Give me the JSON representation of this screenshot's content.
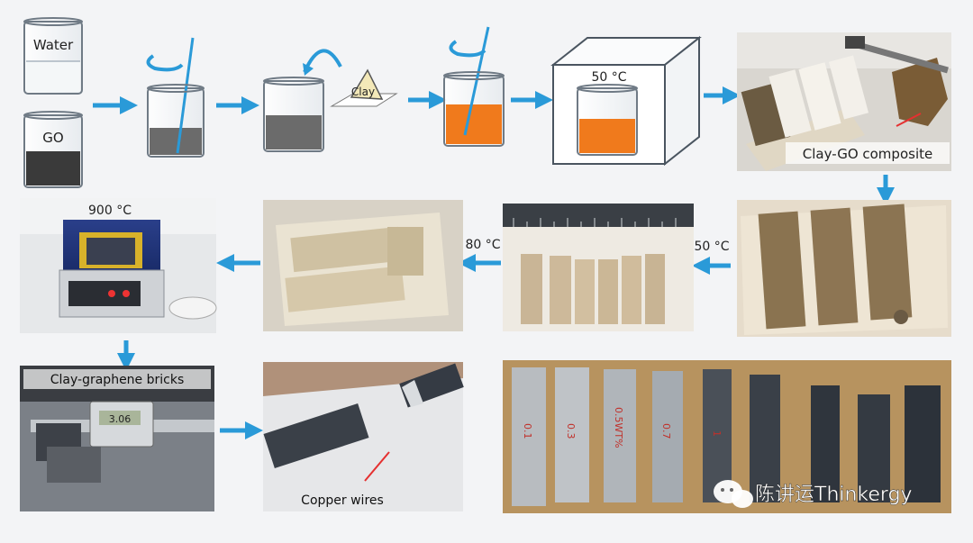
{
  "labels": {
    "water": "Water",
    "go": "GO",
    "clay": "Clay",
    "temp_mold": "50 °C",
    "clay_go_composite": "Clay-GO composite",
    "temp_900": "900 °C",
    "temp_80": "80 °C",
    "temp_50": "50 °C",
    "clay_graphene_bricks": "Clay-graphene bricks",
    "copper_wires": "Copper wires",
    "caliper_display": "3.06",
    "watermark": "陈讲运Thinkergy"
  },
  "sample_marks": [
    "0.1",
    "0.3",
    "0.5WT%",
    "0.7",
    "1",
    "",
    "",
    "",
    ""
  ],
  "colors": {
    "arrow": "#2a9ad8",
    "go_liquid": "#3a3a3a",
    "mixed_liquid": "#6b6b6b",
    "orange_liquid": "#f07a1c",
    "clay_brown": "#8a7350",
    "mold_white": "#eae3d2",
    "wood": "#b28a55",
    "dark_brick": "#333a44",
    "light_brick": "#b8bcc0"
  }
}
